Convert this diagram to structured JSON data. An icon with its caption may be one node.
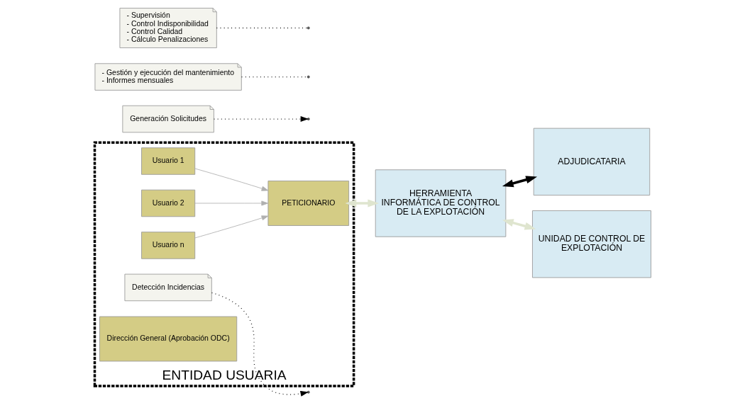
{
  "diagram": {
    "nodes": [
      {
        "text": [
          "ENTIDAD USUARIA"
        ]
      },
      {
        "text": [
          "Usuario 1"
        ],
        "in": 0
      },
      {
        "text": [
          "Usuario 2"
        ],
        "in": 0
      },
      {
        "text": [
          "Usuario n"
        ],
        "in": 0
      },
      {
        "text": [
          "Detección Incidencias"
        ],
        "in": 0
      },
      {
        "text": [
          "PETICIONARIO"
        ],
        "in": 0
      },
      {
        "text": [
          "Dirección General (Aprobación ODC)"
        ],
        "in": 0
      },
      {
        "text": [
          "Generación Solicitudes"
        ]
      },
      {
        "text": [
          "HERRAMIENTA INFORMÁTICA DE CONTROL DE LA EXPLOTACIÓN"
        ]
      },
      {
        "text": [
          "- Gestión y ejecución del mantenimiento",
          "- Informes mensuales"
        ]
      },
      {
        "text": [
          "ADJUDICATARIA"
        ]
      },
      {
        "text": [
          "- Supervisión",
          "- Control Indisponibilidad",
          "- Control Calidad",
          "- Cálculo Penalizaciones"
        ]
      },
      {
        "text": [
          "UNIDAD DE CONTROL DE EXPLOTACIÓN"
        ]
      }
    ],
    "edges": [
      {
        "from": 1,
        "to": 5,
        "arrow": "to",
        "color": "#b0b0b0"
      },
      {
        "from": 2,
        "to": 5,
        "arrow": "to",
        "color": "#b0b0b0"
      },
      {
        "from": 3,
        "to": 5,
        "arrow": "to",
        "color": "#b0b0b0"
      },
      {
        "from": 4,
        "to": null,
        "arrow": "to",
        "style": "dashed"
      },
      {
        "from": 5,
        "to": 8,
        "arrow": "both",
        "style": "thick",
        "color": "#dfe5cf"
      },
      {
        "from": 7,
        "to": null,
        "arrow": "to",
        "style": "dashed"
      },
      {
        "from": 8,
        "to": 10,
        "arrow": "both",
        "style": "thick"
      },
      {
        "from": 9,
        "to": null,
        "arrow": "none",
        "style": "dashed"
      },
      {
        "from": 8,
        "to": 12,
        "arrow": "both",
        "style": "thick",
        "color": "#dfe5cf"
      },
      {
        "from": 11,
        "to": null,
        "arrow": "none",
        "style": "dashed"
      }
    ]
  }
}
